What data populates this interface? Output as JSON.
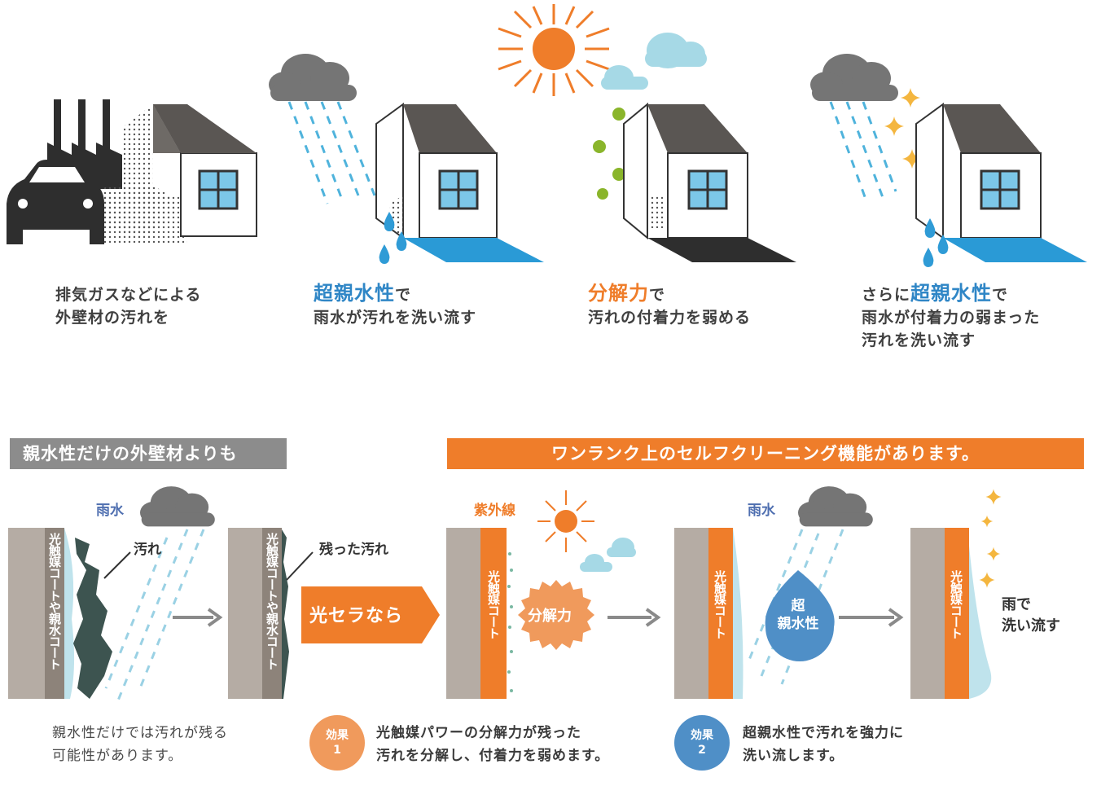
{
  "panels": [
    {
      "caption_line1": "排気ガスなどによる",
      "caption_line2": "外壁材の汚れを"
    },
    {
      "caption_highlight": "超親水性",
      "caption_suffix": "で",
      "caption_line2": "雨水が汚れを洗い流す"
    },
    {
      "caption_highlight": "分解力",
      "caption_suffix": "で",
      "caption_line2": "汚れの付着力を弱める"
    },
    {
      "caption_prefix": "さらに",
      "caption_highlight": "超親水性",
      "caption_suffix": "で",
      "caption_line2": "雨水が付着力の弱まった",
      "caption_line3": "汚れを洗い流す"
    }
  ],
  "banners": {
    "left": "親水性だけの外壁材よりも",
    "right": "ワンランク上のセルフクリーニング機能があります。"
  },
  "labels": {
    "rain_1": "雨水",
    "dirt": "汚れ",
    "remaining_dirt": "残った汚れ",
    "coat_hydrophilic_1": "光触媒コートや親水コート",
    "coat_hydrophilic_2": "光触媒コートや親水コート",
    "hikari_sera": "光セラなら",
    "uv": "紫外線",
    "coat_photo_1": "光触媒コート",
    "coat_photo_2": "光触媒コート",
    "coat_photo_3": "光触媒コート",
    "decompose": "分解力",
    "rain_2": "雨水",
    "super_1": "超",
    "super_2": "親水性",
    "wash_1": "雨で",
    "wash_2": "洗い流す"
  },
  "notes": {
    "left_line1": "親水性だけでは汚れが残る",
    "left_line2": "可能性があります。",
    "effect1_badge1": "効果",
    "effect1_badge2": "1",
    "effect1_line1": "光触媒パワーの分解力が残った",
    "effect1_line2": "汚れを分解し、付着力を弱めます。",
    "effect2_badge1": "効果",
    "effect2_badge2": "2",
    "effect2_line1": "超親水性で汚れを強力に",
    "effect2_line2": "洗い流します。"
  },
  "colors": {
    "orange": "#ef7d2a",
    "blue": "#2f86c6",
    "gray_banner": "#8c8c8c",
    "wall": "#b5aca4",
    "cloud": "#757575",
    "rain": "#4fb3dc"
  }
}
